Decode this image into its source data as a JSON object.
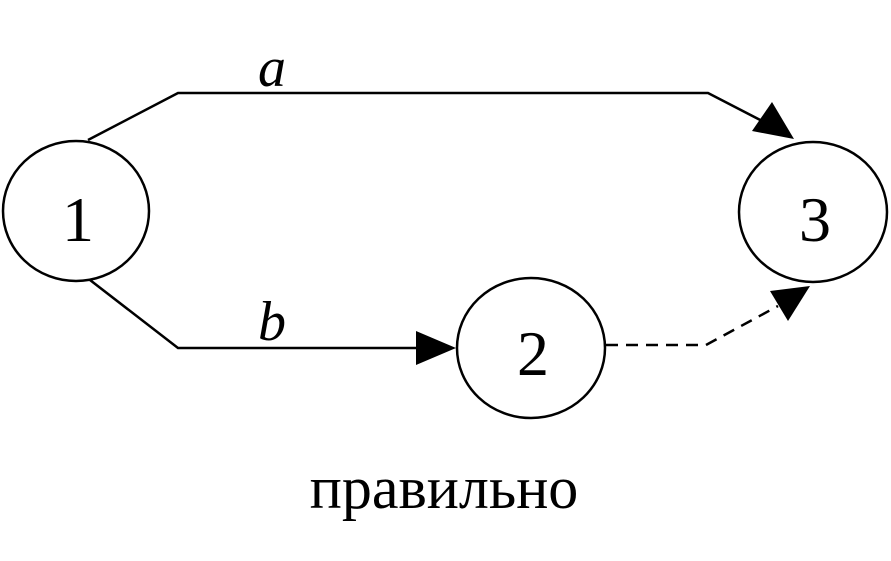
{
  "nodes": [
    {
      "id": "1",
      "label": "1"
    },
    {
      "id": "2",
      "label": "2"
    },
    {
      "id": "3",
      "label": "3"
    }
  ],
  "edges": [
    {
      "from": "1",
      "to": "3",
      "label": "a",
      "style": "solid"
    },
    {
      "from": "1",
      "to": "2",
      "label": "b",
      "style": "solid"
    },
    {
      "from": "2",
      "to": "3",
      "label": "",
      "style": "dashed"
    }
  ],
  "caption": "правильно",
  "colors": {
    "stroke": "#000000",
    "background": "#ffffff"
  }
}
